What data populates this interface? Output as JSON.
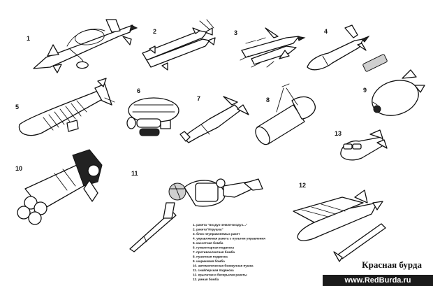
{
  "numbers": {
    "n1": "1",
    "n2": "2",
    "n3": "3",
    "n4": "4",
    "n5": "5",
    "n6": "6",
    "n7": "7",
    "n8": "8",
    "n9": "9",
    "n10": "10",
    "n11": "11",
    "n12": "12",
    "n13": "13"
  },
  "legend": [
    "1. ракета \"воздух-земля-воздух...\"",
    "2. ракета\"Игрушка\"",
    "3. блок неуправляемых ракет",
    "4. управляемая ракета с пультом управления",
    "5. кассетная бомба",
    "6. гуманитарная подвеска",
    "7. противоалкогная бомба",
    "8. пушечная подвеска",
    "9. шариковая бомба",
    "10. автоматическая беззвучная пушка",
    "11. снайперская подвеска",
    "12. крылатая и бескрылая ракеты",
    "13. умная бомба"
  ],
  "brand": {
    "title": "Красная бурда",
    "url": "www.RedBurda.ru"
  }
}
